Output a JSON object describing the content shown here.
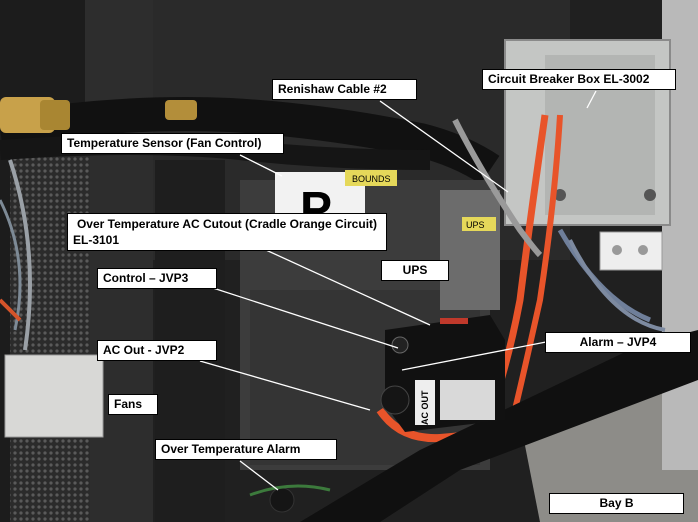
{
  "labels": {
    "renishaw_cable": "Renishaw Cable #2",
    "circuit_breaker_box": "Circuit Breaker Box EL-3002",
    "temperature_sensor": "Temperature Sensor (Fan Control)",
    "over_temp_cutout_line1": "Over Temperature AC Cutout (Cradle Orange Circuit)",
    "over_temp_cutout_line2": "EL-3101",
    "ups": "UPS",
    "control": "Control – JVP3",
    "ac_out": "AC Out - JVP2",
    "alarm": "Alarm – JVP4",
    "fans": "Fans",
    "over_temp_alarm": "Over Temperature Alarm",
    "bay": "Bay B"
  },
  "device_markings": {
    "ac_out_panel": "AC OUT",
    "sticker_bounds": "BOUNDS",
    "sticker_ups": "UPS"
  },
  "colors": {
    "cable_orange": "#e8542a",
    "box_grey": "#bfc2c0",
    "cutout_box": "#111111",
    "label_bg": "#ffffff",
    "leader_line": "#ffffff"
  }
}
